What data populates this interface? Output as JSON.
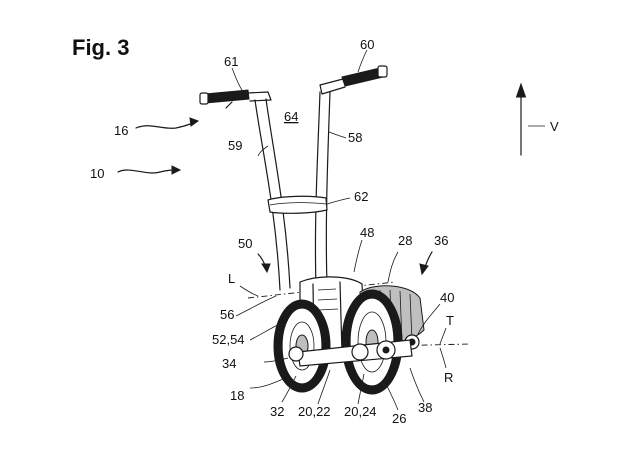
{
  "figure": {
    "title": "Fig. 3"
  },
  "labels": {
    "l61": "61",
    "l60": "60",
    "l16": "16",
    "l64": "64",
    "l59": "59",
    "l58": "58",
    "l10": "10",
    "l62": "62",
    "lV": "V",
    "l50": "50",
    "l48": "48",
    "l28": "28",
    "l36": "36",
    "lL": "L",
    "l40": "40",
    "l56": "56",
    "lT": "T",
    "l5254": "52,54",
    "l34": "34",
    "lR": "R",
    "l18": "18",
    "l32": "32",
    "l2022": "20,22",
    "l2024": "20,24",
    "l26": "26",
    "l38": "38"
  }
}
